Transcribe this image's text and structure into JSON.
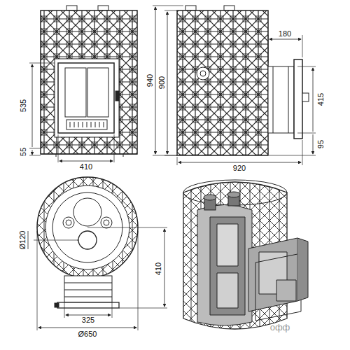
{
  "diagram": {
    "labels": [
      "535",
      "55",
      "410",
      "940",
      "900",
      "180",
      "415",
      "95",
      "920",
      "Ø120",
      "410",
      "325",
      "Ø650",
      "офф"
    ]
  }
}
